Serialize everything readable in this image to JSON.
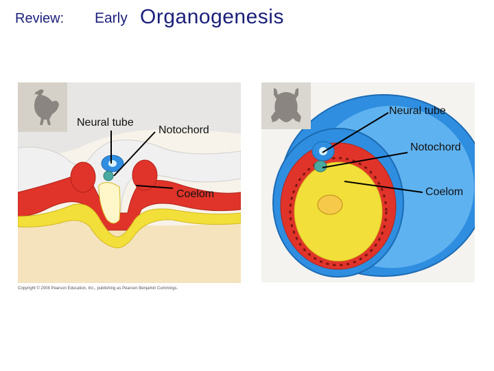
{
  "title": {
    "review": "Review:",
    "early": "Early",
    "organogenesis": "Organogenesis"
  },
  "chick_panel": {
    "icon": "chicken-icon",
    "labels": {
      "neural_tube": "Neural tube",
      "notochord": "Notochord",
      "coelom": "Coelom"
    },
    "copyright": "Copyright © 2008 Pearson Education, Inc., publishing as Pearson Benjamin Cummings."
  },
  "frog_panel": {
    "icon": "frog-icon",
    "labels": {
      "neural_tube": "Neural tube",
      "notochord": "Notochord",
      "coelom": "Coelom"
    }
  },
  "colors": {
    "title": "#1a1f7a",
    "ectoderm": "#2f8ee0",
    "mesoderm": "#e0342a",
    "endoderm": "#f2df3a",
    "yolk": "#f6e7b7",
    "notochord": "#4aa9a0"
  }
}
